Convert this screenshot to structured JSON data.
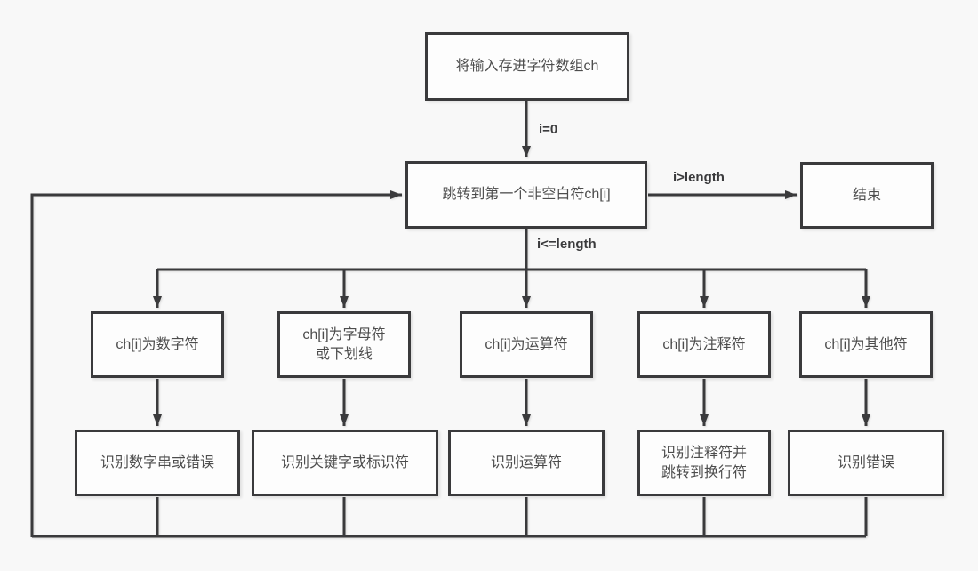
{
  "diagram": {
    "background": "#f8f8f8",
    "stroke_color": "#3a3a3c",
    "box_fill": "#fdfdfd",
    "text_color": "#4d4d4d",
    "nodes": {
      "store_input": "将输入存进字符数组ch",
      "skip_whitespace": "跳转到第一个非空白符ch[i]",
      "end": "结束",
      "cond_digit": "ch[i]为数字符",
      "cond_letter": "ch[i]为字母符\n或下划线",
      "cond_operator": "ch[i]为运算符",
      "cond_comment": "ch[i]为注释符",
      "cond_other": "ch[i]为其他符",
      "act_digit": "识别数字串或错误",
      "act_identifier": "识别关键字或标识符",
      "act_operator": "识别运算符",
      "act_comment": "识别注释符并\n跳转到换行符",
      "act_error": "识别错误"
    },
    "edge_labels": {
      "init": "i=0",
      "exceed": "i>length",
      "within": "i<=length"
    }
  }
}
